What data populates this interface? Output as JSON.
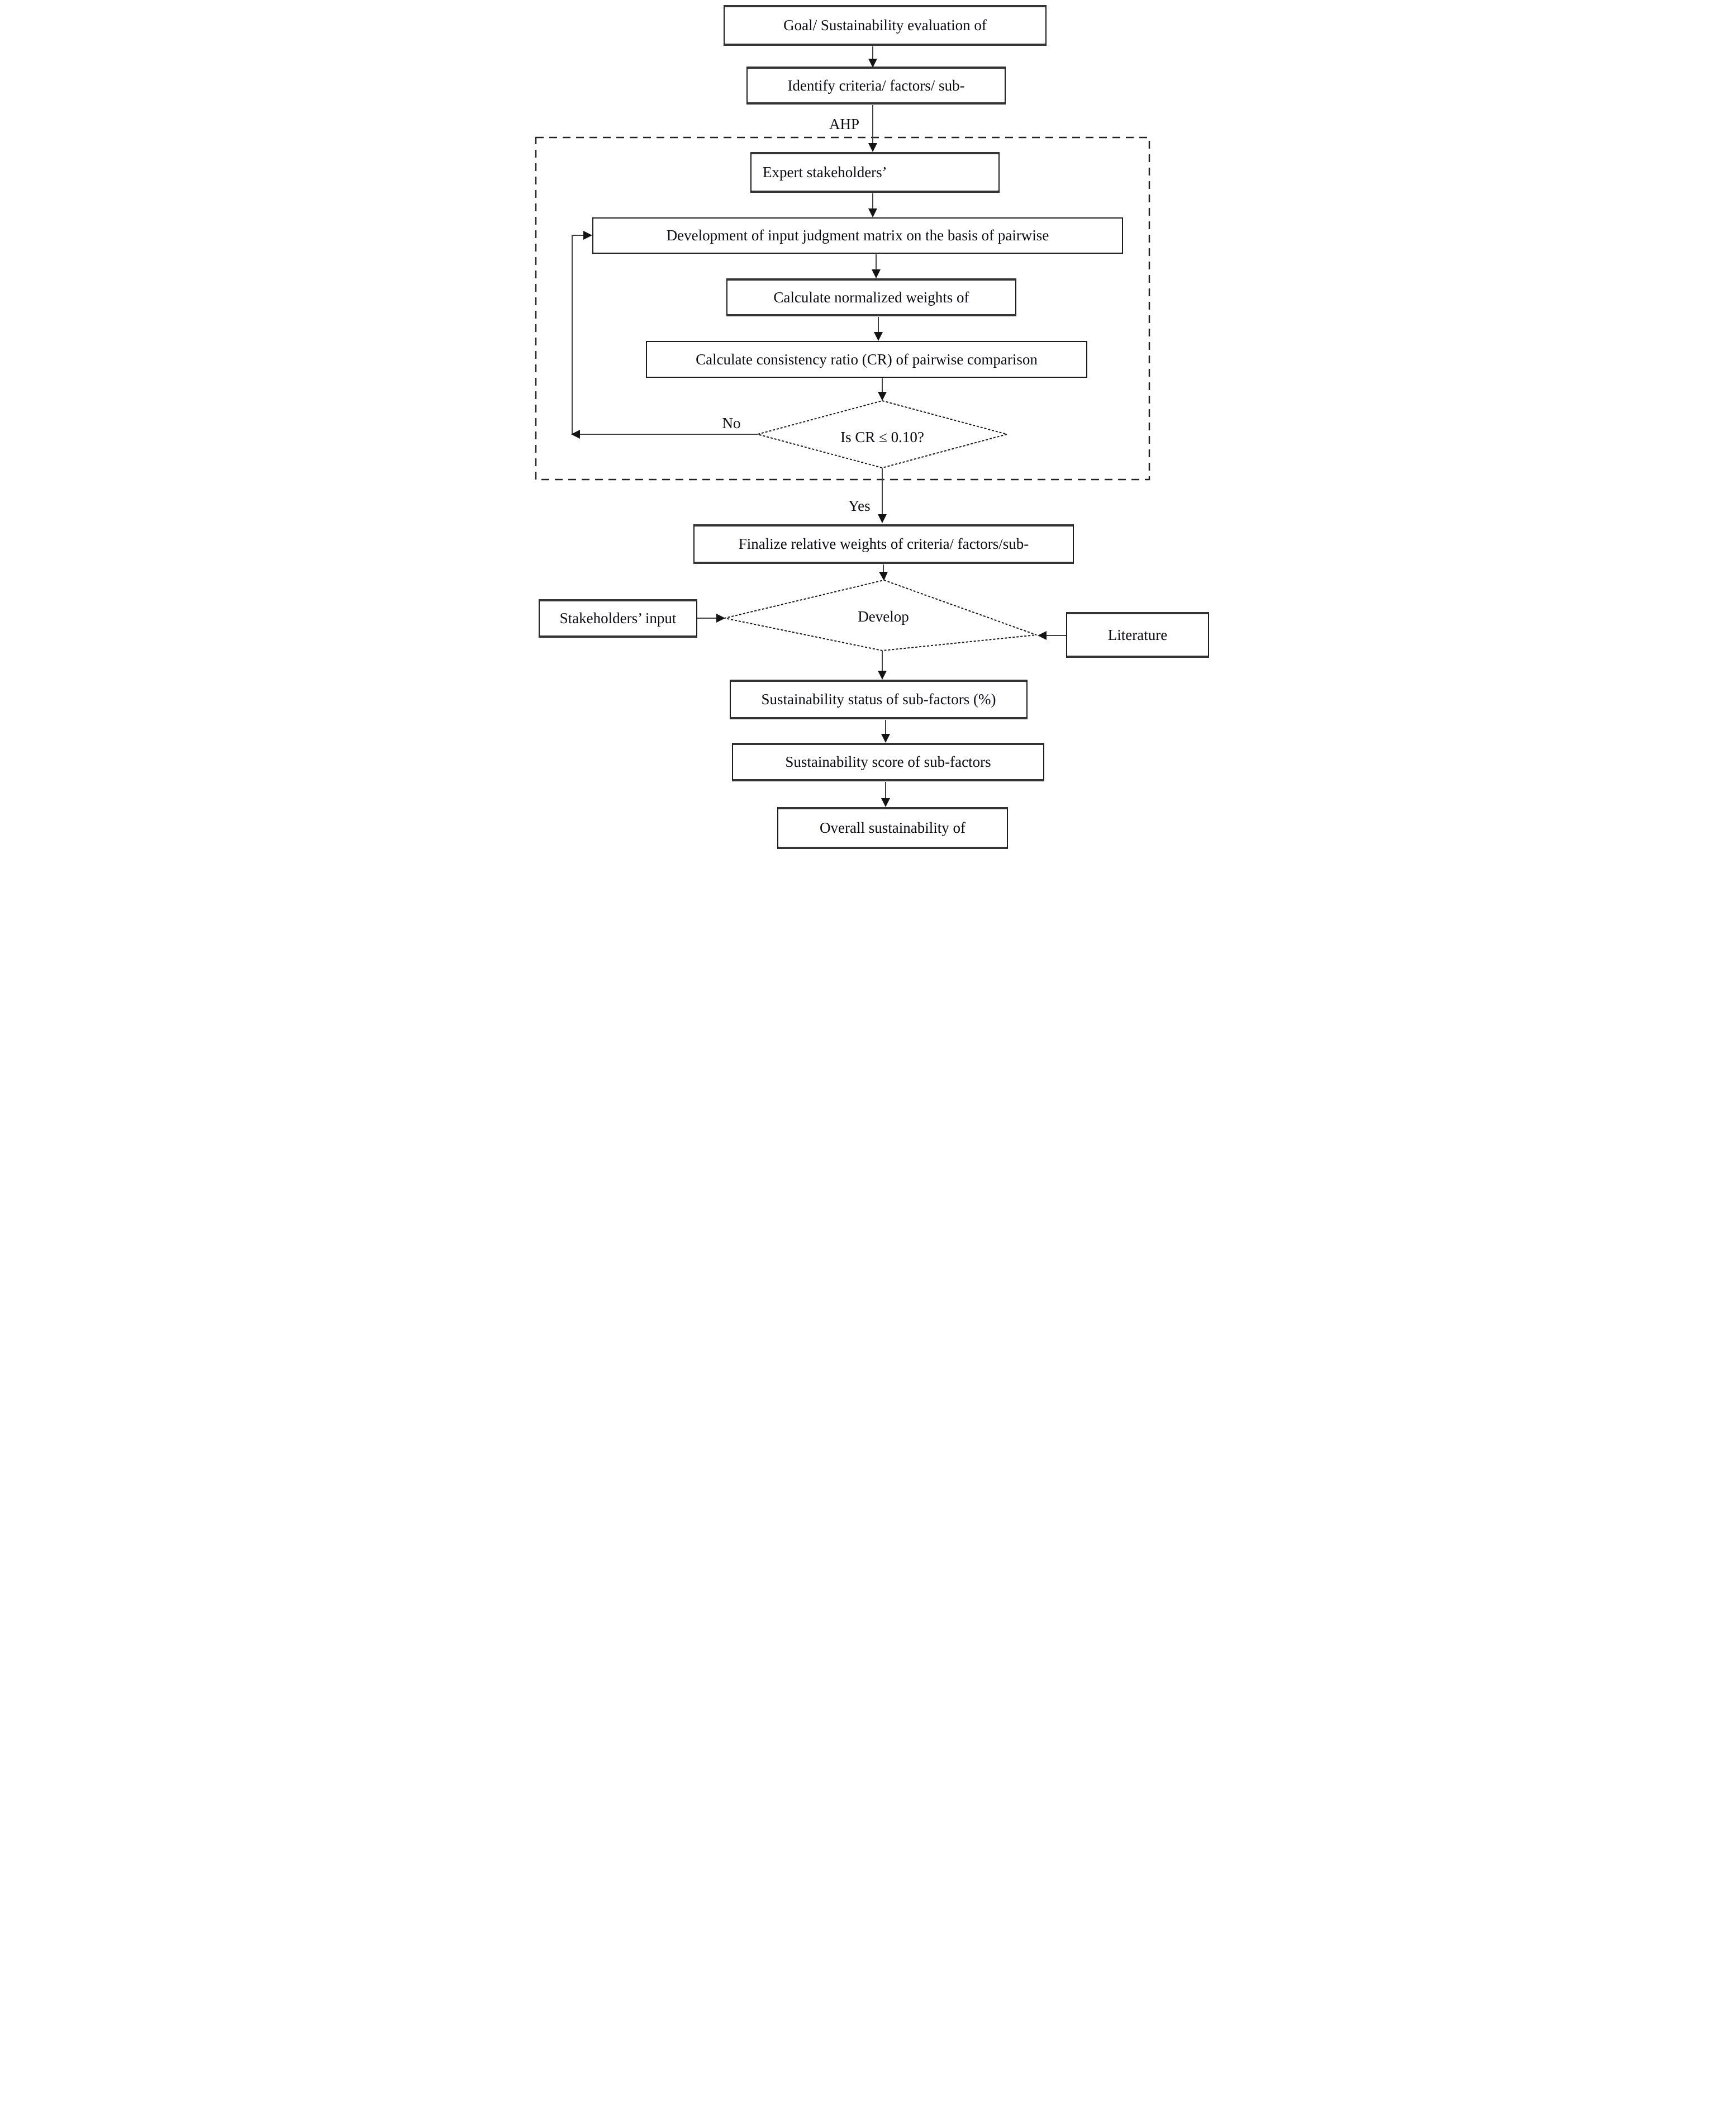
{
  "figure": {
    "type": "flowchart",
    "theme": {
      "ink": "#1c1c1c",
      "background": "#ffffff"
    }
  },
  "labels": {
    "ahp": "AHP",
    "no": "No",
    "yes": "Yes"
  },
  "nodes": {
    "goal": "Goal/ Sustainability evaluation of",
    "identify": "Identify criteria/ factors/ sub-",
    "expert": "Expert stakeholders’",
    "development": "Development of input judgment matrix on the basis of pairwise",
    "calc_weights": "Calculate normalized weights of",
    "calc_cr": "Calculate consistency ratio (CR) of pairwise comparison",
    "cr_decision": "Is CR ≤ 0.10?",
    "finalize": "Finalize relative weights of criteria/ factors/sub-",
    "develop": "Develop",
    "stakeholders": "Stakeholders’ input",
    "literature": "Literature",
    "status": "Sustainability status of sub-factors (%)",
    "score": "Sustainability score of sub-factors",
    "overall": "Overall sustainability of"
  }
}
